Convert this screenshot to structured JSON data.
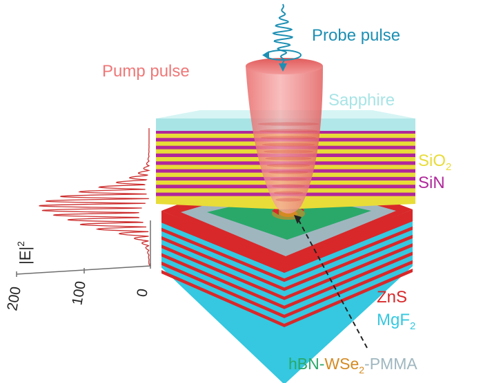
{
  "labels": {
    "probe": "Probe pulse",
    "pump": "Pump pulse",
    "sapphire": "Sapphire",
    "sio2_base": "SiO",
    "sio2_sub": "2",
    "sin": "SiN",
    "zns": "ZnS",
    "mgf2_base": "MgF",
    "mgf2_sub": "2",
    "heterostructure_a": "hBN-",
    "heterostructure_b": "WSe",
    "heterostructure_b_sub": "2",
    "heterostructure_c": "-PMMA",
    "efield_axis": "|E|",
    "efield_axis_sup": "2",
    "tick_0": "0",
    "tick_100": "100",
    "tick_200": "200"
  },
  "colors": {
    "pump": "#ef7777",
    "probe": "#1c8fb3",
    "sapphire": "#a8e4e6",
    "sio2": "#e8dc38",
    "sin": "#b0279a",
    "zns": "#d8282a",
    "mgf2": "#35c8e0",
    "hbn": "#2aa86a",
    "wse2": "#d48a22",
    "pmma": "#9fb6bf",
    "field": "#cc2d2d",
    "axis": "#6e6e6e"
  },
  "structure": {
    "top_layer_pairs": 9,
    "bottom_layer_pairs": 7
  }
}
